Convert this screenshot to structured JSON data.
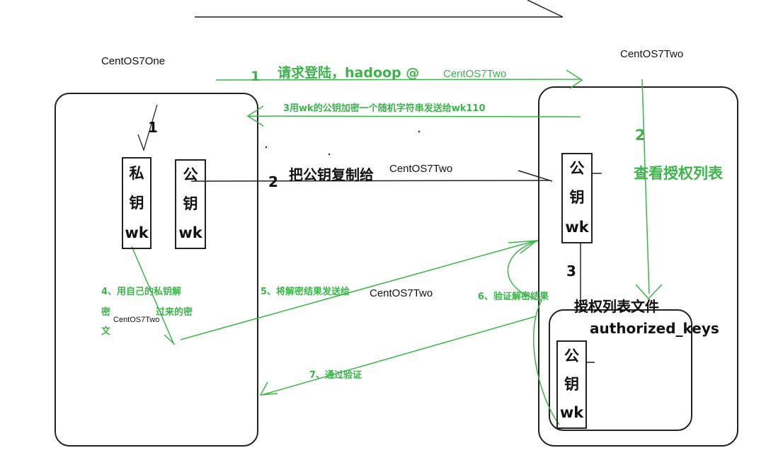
{
  "hosts": {
    "left": "CentOS7One",
    "right": "CentOS7Two"
  },
  "left_keys": {
    "private": [
      "私",
      "钥",
      "wk"
    ],
    "public": [
      "公",
      "钥",
      "wk"
    ]
  },
  "right_keys": {
    "public": [
      "公",
      "钥",
      "wk"
    ],
    "auth_public": [
      "公",
      "钥",
      "wk"
    ]
  },
  "steps": {
    "s1_num": "1",
    "s1_text": "请求登陆，hadoop @",
    "s1_host": "CentOS7Two",
    "s3_text": "3用wk的公钥加密一个随机字符串发送给wk110",
    "left_1": "1",
    "s2_num": "2",
    "s2_text": "把公钥复制给",
    "s2_host": "CentOS7Two",
    "right_2": "2",
    "right_2_text": "查看授权列表",
    "right_3": "3",
    "auth_file_title": "授权列表文件",
    "auth_file_name": "authorized_keys",
    "s4_line1": "4、用自己的私钥解",
    "s4_line2a": "密",
    "s4_host": "CentOS7Two",
    "s4_line2b": "过来的密",
    "s4_line3": "文",
    "s5_text": "5、将解密结果发送给",
    "s5_host": "CentOS7Two",
    "s6_text": "6、验证解密结果",
    "s7_text": "7、通过验证"
  },
  "colors": {
    "green": "#3cb44b",
    "outline": "#222222"
  }
}
